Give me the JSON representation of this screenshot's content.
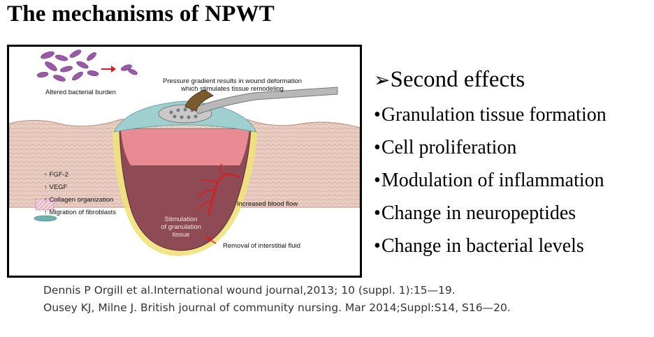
{
  "title": "The mechanisms of NPWT",
  "figure": {
    "bacteria_label": "Altered bacterial burden",
    "pressure_label_line1": "Pressure gradient results in wound deformation",
    "pressure_label_line2": "which stimulates tissue remodeling",
    "legend": [
      {
        "label": "FGF-2",
        "arrow": "↑"
      },
      {
        "label": "VEGF",
        "arrow": "↑"
      },
      {
        "label": "Collagen organization",
        "arrow": "↑"
      },
      {
        "label": "Migration of fibroblasts",
        "arrow": "↑"
      }
    ],
    "blood_flow_label": "Increased blood flow",
    "granulation_label_line1": "Stimulation",
    "granulation_label_line2": "of granulation",
    "granulation_label_line3": "tissue",
    "fluid_label": "Removal of interstitial fluid"
  },
  "effects": {
    "marker": "➢",
    "heading": "Second effects",
    "bullet": "•",
    "items": [
      "Granulation tissue formation",
      "Cell proliferation",
      "Modulation of inflammation",
      "Change in neuropeptides",
      "Change in bacterial levels"
    ]
  },
  "references": [
    "Dennis P Orgill et al.International wound journal,2013; 10 (suppl. 1):15—19.",
    "Ousey KJ, Milne J. British journal of community nursing. Mar 2014;Suppl:S14, S16—20."
  ],
  "colors": {
    "skin": "#e7c8bd",
    "wound_bed": "#8e4a55",
    "foam": "#9fd0cf",
    "exudate": "#efe27a",
    "blood": "#d81e1e",
    "bacteria": "#9a5aa8"
  }
}
